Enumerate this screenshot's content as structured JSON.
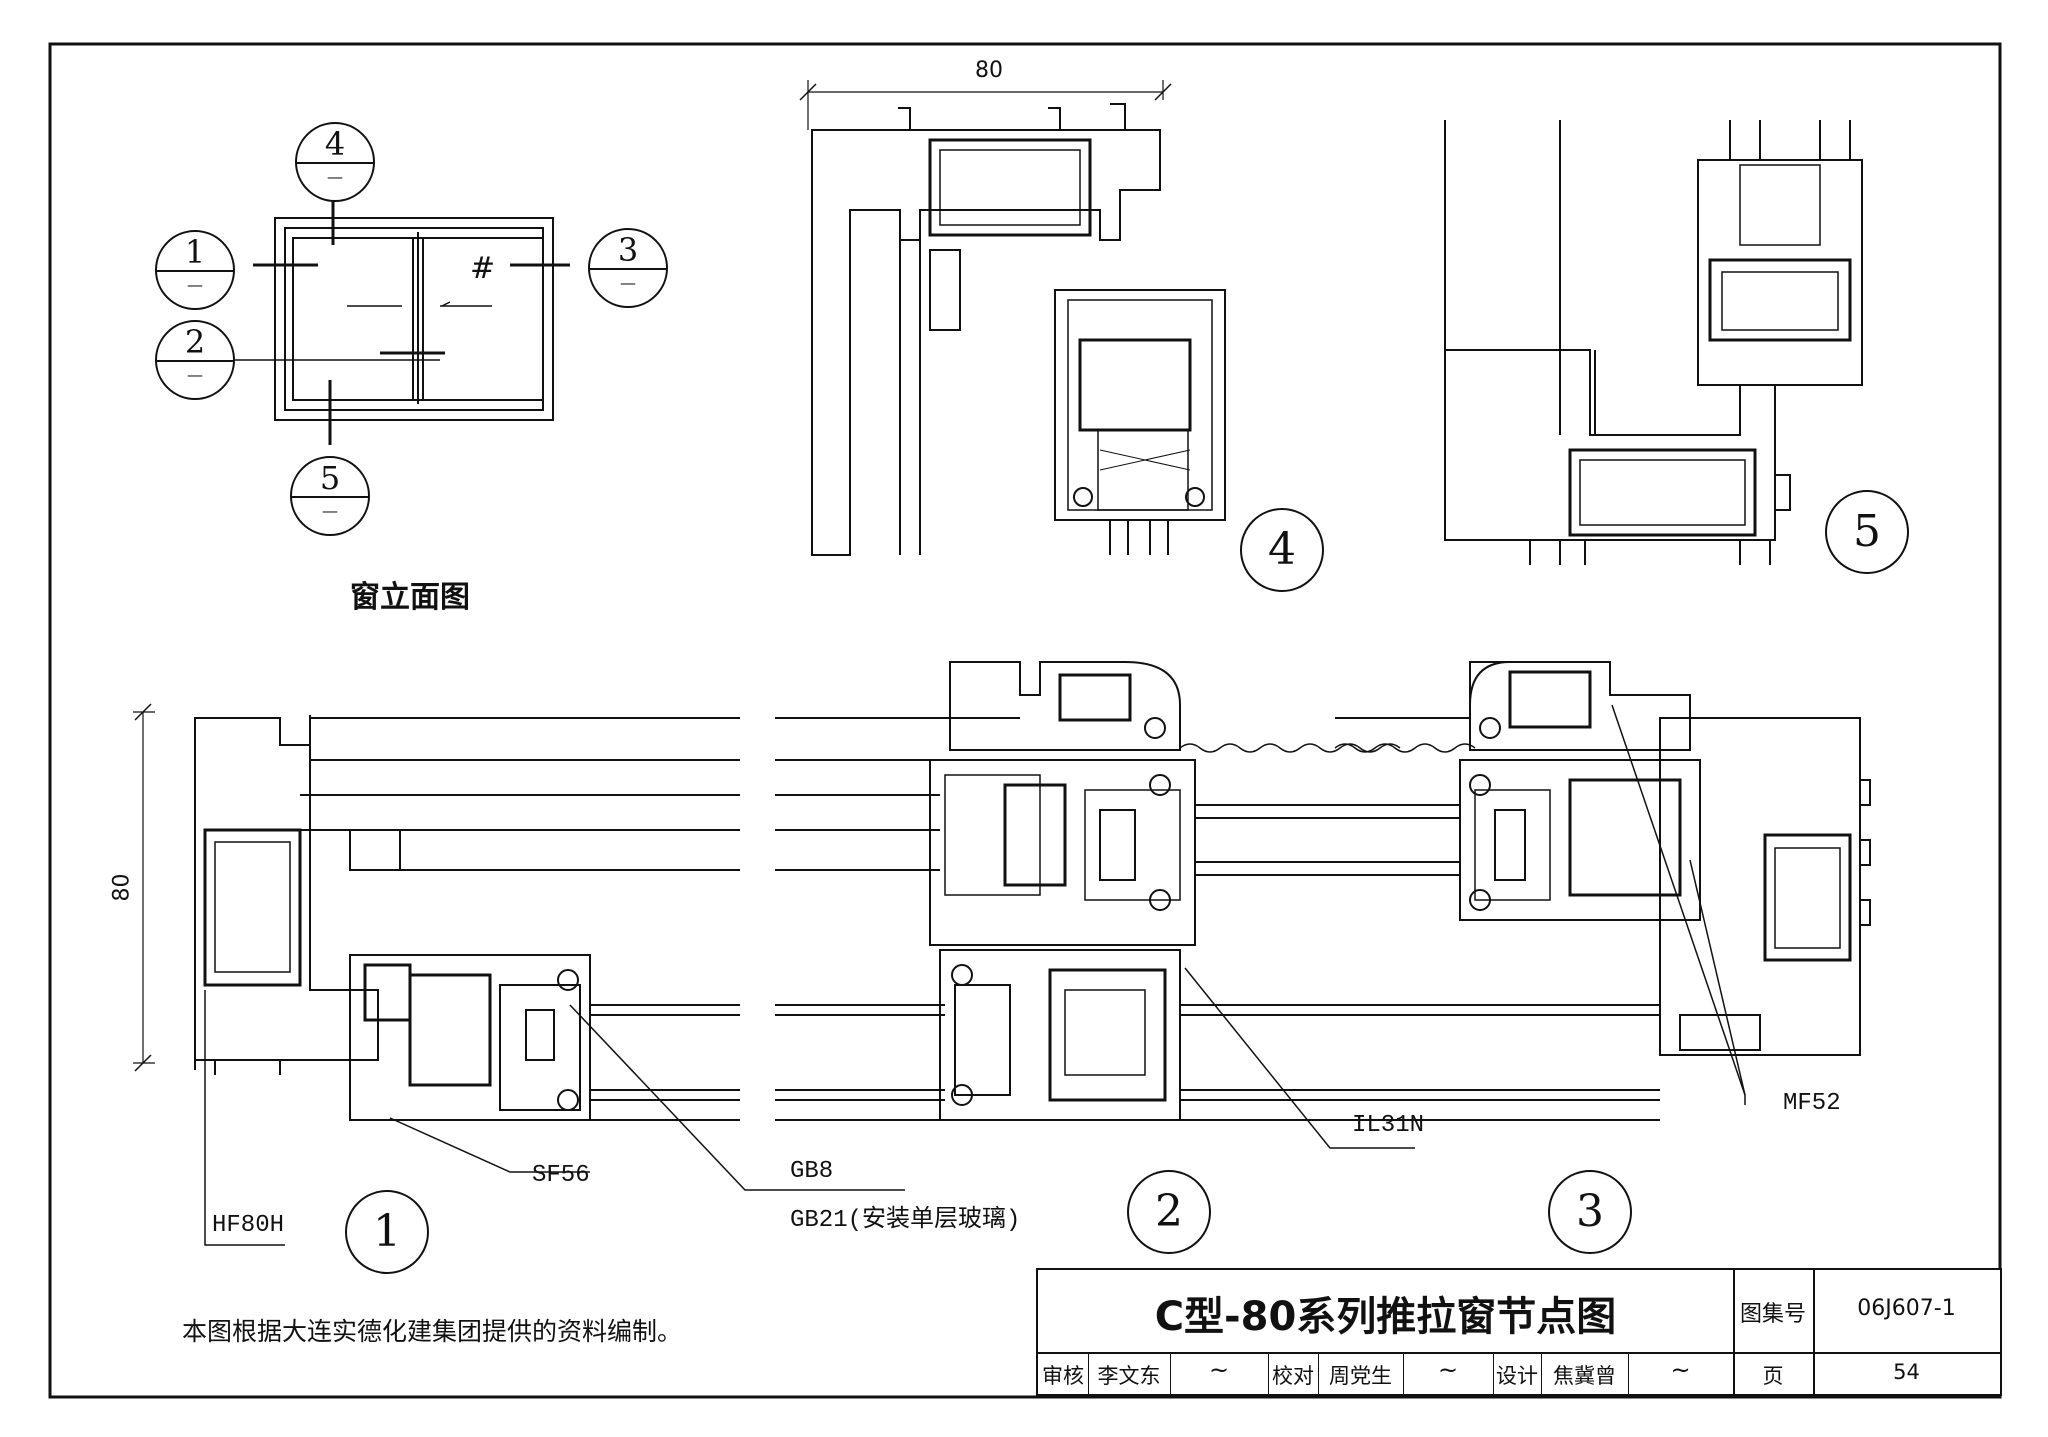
{
  "elevation": {
    "title": "窗立面图",
    "markers": [
      {
        "id": "1",
        "sub": "—"
      },
      {
        "id": "2",
        "sub": "—"
      },
      {
        "id": "3",
        "sub": "—"
      },
      {
        "id": "4",
        "sub": "—"
      },
      {
        "id": "5",
        "sub": "—"
      }
    ]
  },
  "details": {
    "d1": "1",
    "d2": "2",
    "d3": "3",
    "d4": "4",
    "d5": "5"
  },
  "dimensions": {
    "top": "80",
    "left": "80"
  },
  "parts": {
    "hf80h": "HF80H",
    "sf56": "SF56",
    "gb8": "GB8",
    "gb21": "GB21(安装单层玻璃)",
    "il31n": "IL31N",
    "mf52": "MF52"
  },
  "note": "本图根据大连实德化建集团提供的资料编制。",
  "title_block": {
    "title": "C型-80系列推拉窗节点图",
    "atlas_label": "图集号",
    "atlas_no": "06J607-1",
    "review_label": "审核",
    "reviewer": "李文东",
    "check_label": "校对",
    "checker": "周党生",
    "design_label": "设计",
    "designer": "焦冀曾",
    "page_label": "页",
    "page_no": "54"
  }
}
